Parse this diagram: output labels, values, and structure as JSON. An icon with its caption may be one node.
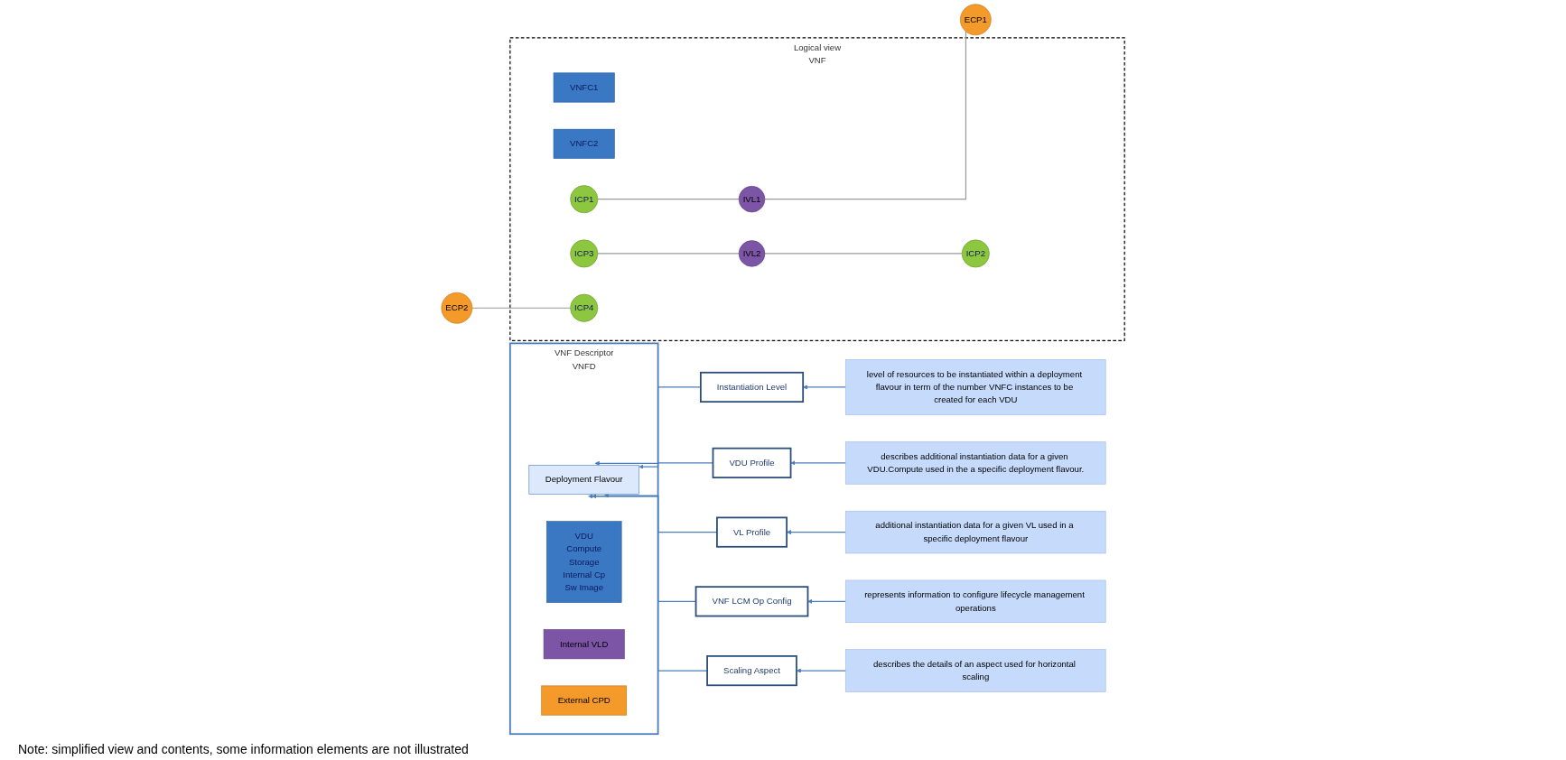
{
  "diagram": {
    "nodes": [
      {
        "text": [
          "VNF Descriptor",
          "VNFD"
        ]
      },
      {
        "text": [
          "VDU",
          "Compute",
          "Storage",
          "Internal Cp",
          "Sw Image"
        ],
        "in": 0
      },
      {
        "text": [
          "Internal VLD"
        ],
        "in": 0
      },
      {
        "text": [
          "External CPD"
        ],
        "in": 0
      },
      {
        "text": [
          "Deployment Flavour"
        ],
        "in": 0
      },
      {
        "text": [
          "Logical view",
          "VNF"
        ]
      },
      {
        "text": [
          "VNFC1"
        ],
        "in": 5
      },
      {
        "text": [
          "VNFC2"
        ],
        "in": 5
      },
      {
        "text": [
          "ICP1"
        ],
        "in": 5
      },
      {
        "text": [
          "ICP2"
        ],
        "in": 5
      },
      {
        "text": [
          "ICP3"
        ],
        "in": 5
      },
      {
        "text": [
          "ICP4"
        ],
        "in": 5
      },
      {
        "text": [
          "ECP1"
        ]
      },
      {
        "text": [
          "ECP2"
        ]
      },
      {
        "text": [
          "IVL1"
        ],
        "in": 5
      },
      {
        "text": [
          "IVL2"
        ],
        "in": 5
      },
      {
        "text": [
          "Instantiation Level"
        ]
      },
      {
        "text": [
          "VDU Profile"
        ]
      },
      {
        "text": [
          "VL Profile"
        ]
      },
      {
        "text": [
          "VNF LCM Op Config"
        ]
      },
      {
        "text": [
          "Scaling Aspect"
        ]
      },
      {
        "text": [
          "level of resources to be instantiated within a deployment flavour in term of the number VNFC instances to be created for each VDU"
        ]
      },
      {
        "text": [
          "describes additional instantiation data for a given VDU.Compute used in the a specific deployment flavour."
        ]
      },
      {
        "text": [
          "additional instantiation data for a given VL used in a specific deployment flavour"
        ]
      },
      {
        "text": [
          "represents information to configure lifecycle management operations"
        ]
      },
      {
        "text": [
          "describes the details of an aspect used for horizontal scaling"
        ]
      }
    ],
    "edges": [
      {
        "from": 12,
        "to": 14,
        "arrow": "none"
      },
      {
        "from": 14,
        "to": 8,
        "arrow": "none"
      },
      {
        "from": 9,
        "to": 15,
        "arrow": "none"
      },
      {
        "from": 15,
        "to": 10,
        "arrow": "none"
      },
      {
        "from": 11,
        "to": 13,
        "arrow": "none"
      },
      {
        "from": 16,
        "to": 4,
        "arrow": "to"
      },
      {
        "from": 17,
        "to": 4,
        "arrow": "to"
      },
      {
        "from": 18,
        "to": 4,
        "arrow": "to"
      },
      {
        "from": 19,
        "to": 4,
        "arrow": "to"
      },
      {
        "from": 20,
        "to": 4,
        "arrow": "to"
      },
      {
        "from": 21,
        "to": 16,
        "arrow": "to"
      },
      {
        "from": 22,
        "to": 17,
        "arrow": "to"
      },
      {
        "from": 23,
        "to": 18,
        "arrow": "to"
      },
      {
        "from": 24,
        "to": 19,
        "arrow": "to"
      },
      {
        "from": 25,
        "to": 20,
        "arrow": "to"
      }
    ],
    "labels": [
      "Note: simplified view and contents, some information elements are not illustrated"
    ]
  }
}
